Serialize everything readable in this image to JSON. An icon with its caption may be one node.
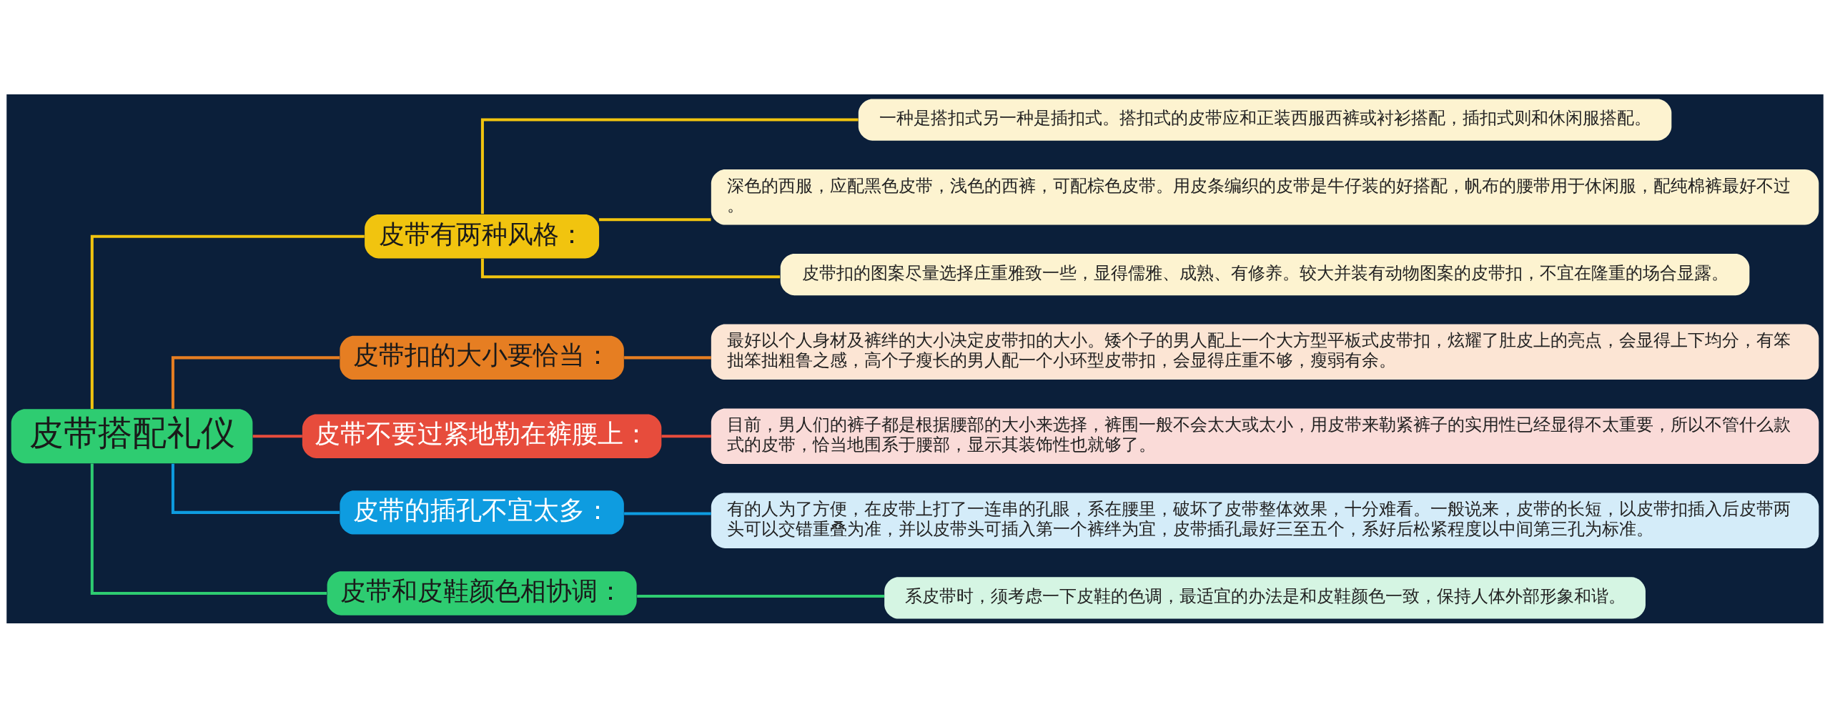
{
  "diagram": {
    "nodes": [
      {
        "text": [
          "皮带搭配礼仪"
        ]
      },
      {
        "text": [
          "皮带有两种风格："
        ]
      },
      {
        "text": [
          "一种是搭扣式另一种是插扣式。搭扣式的皮带应和正装西服西裤或衬衫搭配，插扣式则和休闲服搭配。"
        ]
      },
      {
        "text": [
          "深色的西服，应配黑色皮带，浅色的西裤，可配棕色皮带。用皮条编织的皮带是牛仔装的好搭配，帆布的腰带用于休闲服，配纯棉裤最好不过。"
        ]
      },
      {
        "text": [
          "皮带扣的图案尽量选择庄重雅致一些，显得儒雅、成熟、有修养。较大并装有动物图案的皮带扣，不宜在隆重的场合显露。"
        ]
      },
      {
        "text": [
          "皮带扣的大小要恰当："
        ]
      },
      {
        "text": [
          "最好以个人身材及裤绊的大小决定皮带扣的大小。矮个子的男人配上一个大方型平板式皮带扣，炫耀了肚皮上的亮点，会显得上下均分，有笨拙笨拙粗鲁之感，高个子瘦长的男人配一个小环型皮带扣，会显得庄重不够，瘦弱有余。"
        ]
      },
      {
        "text": [
          "皮带不要过紧地勒在裤腰上："
        ]
      },
      {
        "text": [
          "目前，男人们的裤子都是根据腰部的大小来选择，裤围一般不会太大或太小，用皮带来勒紧裤子的实用性已经显得不太重要，所以不管什么款式的皮带，恰当地围系于腰部，显示其装饰性也就够了。"
        ]
      },
      {
        "text": [
          "皮带的插孔不宜太多："
        ]
      },
      {
        "text": [
          "有的人为了方便，在皮带上打了一连串的孔眼，系在腰里，破坏了皮带整体效果，十分难看。一般说来，皮带的长短，以皮带扣插入后皮带两头可以交错重叠为准，并以皮带头可插入第一个裤绊为宜，皮带插孔最好三至五个，系好后松紧程度以中间第三孔为标准。"
        ]
      },
      {
        "text": [
          "皮带和皮鞋颜色相协调："
        ]
      },
      {
        "text": [
          "系皮带时，须考虑一下皮鞋的色调，最适宜的办法是和皮鞋颜色一致，保持人体外部形象和谐。"
        ]
      }
    ],
    "edges": [
      {
        "from": 0,
        "to": 1,
        "arrow": "none",
        "color": "#f1c40f"
      },
      {
        "from": 1,
        "to": 2,
        "arrow": "none",
        "color": "#f1c40f"
      },
      {
        "from": 1,
        "to": 3,
        "arrow": "none",
        "color": "#f1c40f"
      },
      {
        "from": 1,
        "to": 4,
        "arrow": "none",
        "color": "#f1c40f"
      },
      {
        "from": 0,
        "to": 5,
        "arrow": "none",
        "color": "#e67e22"
      },
      {
        "from": 5,
        "to": 6,
        "arrow": "none",
        "color": "#e67e22"
      },
      {
        "from": 0,
        "to": 7,
        "arrow": "none",
        "color": "#e74c3c"
      },
      {
        "from": 7,
        "to": 8,
        "arrow": "none",
        "color": "#e74c3c"
      },
      {
        "from": 0,
        "to": 9,
        "arrow": "none",
        "color": "#0e9ce0"
      },
      {
        "from": 9,
        "to": 10,
        "arrow": "none",
        "color": "#0e9ce0"
      },
      {
        "from": 0,
        "to": 11,
        "arrow": "none",
        "color": "#2ecc71"
      },
      {
        "from": 11,
        "to": 12,
        "arrow": "none",
        "color": "#2ecc71"
      }
    ]
  }
}
